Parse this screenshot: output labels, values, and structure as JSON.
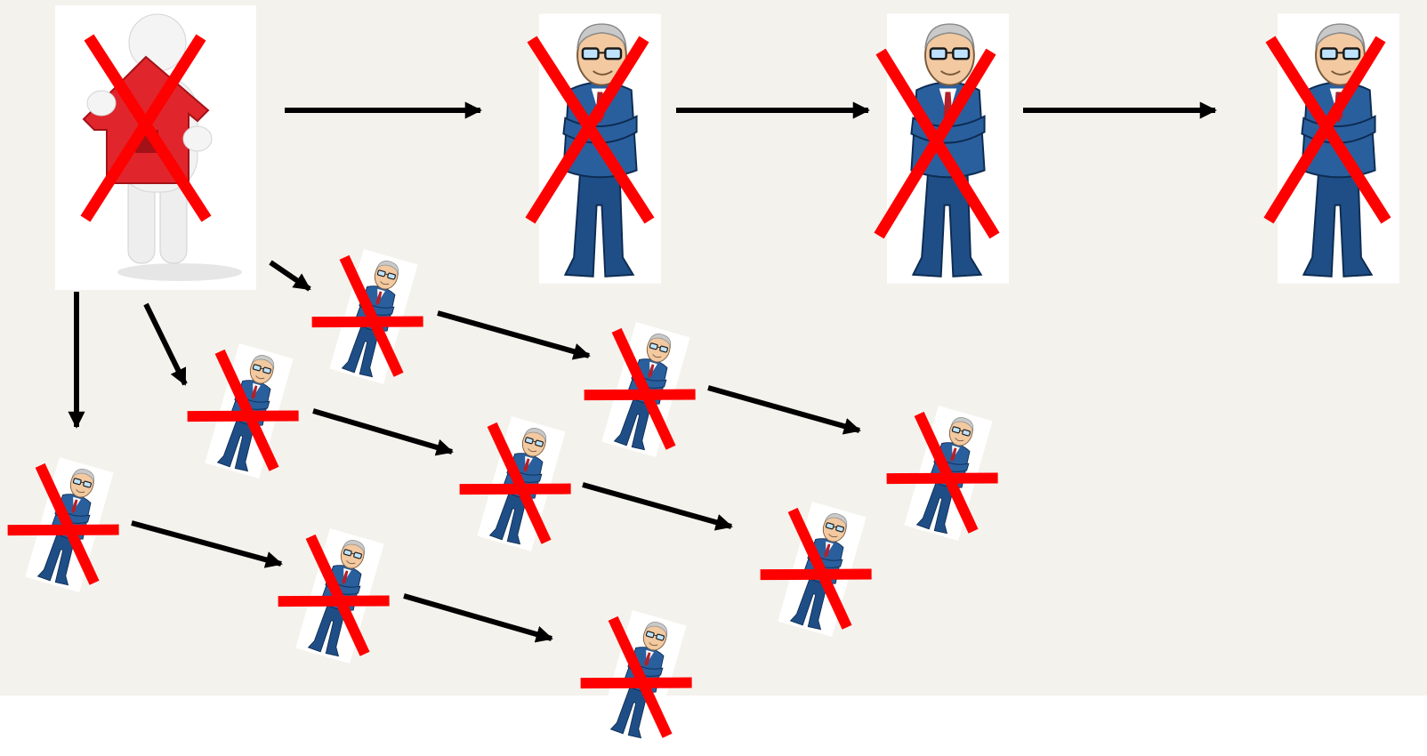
{
  "diagram": {
    "background_color": "#f4f2ec",
    "cross_color": "#ff0000",
    "arrow_color": "#000000",
    "nodes": [
      {
        "id": "homeowner",
        "icon": "person-holding-house-icon",
        "crossed_out": true
      },
      {
        "id": "investor-top-1",
        "icon": "old-businessman-icon",
        "crossed_out": true
      },
      {
        "id": "investor-top-2",
        "icon": "old-businessman-icon",
        "crossed_out": true
      },
      {
        "id": "investor-top-3",
        "icon": "old-businessman-icon",
        "crossed_out": true
      },
      {
        "id": "investor-r1-1",
        "icon": "old-businessman-icon",
        "crossed_out": true
      },
      {
        "id": "investor-r1-2",
        "icon": "old-businessman-icon",
        "crossed_out": true
      },
      {
        "id": "investor-r1-3",
        "icon": "old-businessman-icon",
        "crossed_out": true
      },
      {
        "id": "investor-r2-1",
        "icon": "old-businessman-icon",
        "crossed_out": true
      },
      {
        "id": "investor-r2-2",
        "icon": "old-businessman-icon",
        "crossed_out": true
      },
      {
        "id": "investor-r2-3",
        "icon": "old-businessman-icon",
        "crossed_out": true
      },
      {
        "id": "investor-r3-1",
        "icon": "old-businessman-icon",
        "crossed_out": true
      },
      {
        "id": "investor-r3-2",
        "icon": "old-businessman-icon",
        "crossed_out": true
      },
      {
        "id": "investor-r3-3",
        "icon": "old-businessman-icon",
        "crossed_out": true
      }
    ],
    "edges": [
      {
        "from": "homeowner",
        "to": "investor-top-1"
      },
      {
        "from": "investor-top-1",
        "to": "investor-top-2"
      },
      {
        "from": "investor-top-2",
        "to": "investor-top-3"
      },
      {
        "from": "homeowner",
        "to": "investor-r1-1"
      },
      {
        "from": "investor-r1-1",
        "to": "investor-r1-2"
      },
      {
        "from": "investor-r1-2",
        "to": "investor-r1-3"
      },
      {
        "from": "homeowner",
        "to": "investor-r2-1"
      },
      {
        "from": "investor-r2-1",
        "to": "investor-r2-2"
      },
      {
        "from": "investor-r2-2",
        "to": "investor-r2-3"
      },
      {
        "from": "homeowner",
        "to": "investor-r3-1"
      },
      {
        "from": "investor-r3-1",
        "to": "investor-r3-2"
      },
      {
        "from": "investor-r3-2",
        "to": "investor-r3-3"
      }
    ]
  }
}
